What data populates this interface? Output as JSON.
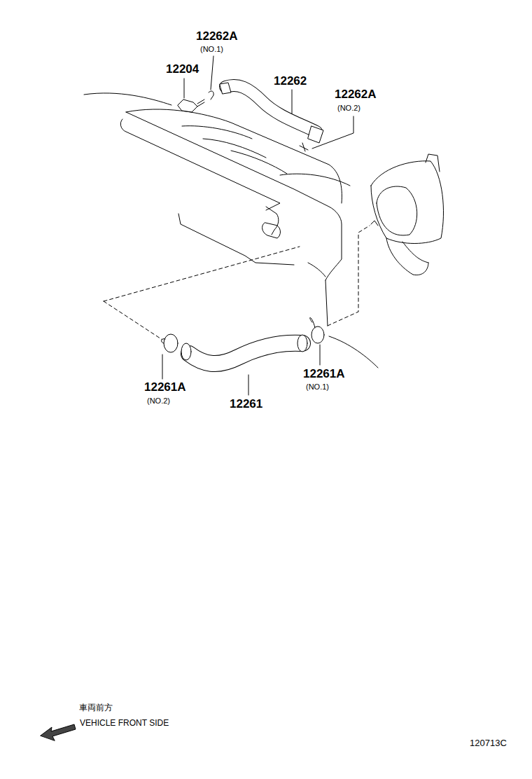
{
  "diagram": {
    "labels": [
      "12262A",
      "(NO.1)",
      "12204",
      "12262",
      "12262A",
      "(NO.2)",
      "12261A",
      "(NO.2)",
      "12261",
      "12261A",
      "(NO.1)",
      "車両前方",
      "VEHICLE FRONT SIDE",
      "120713C"
    ]
  }
}
